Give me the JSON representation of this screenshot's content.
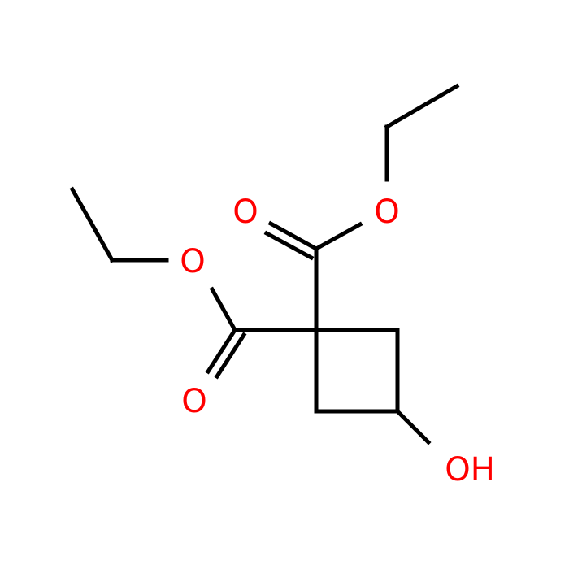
{
  "molecule": {
    "atom_labels": {
      "o_carbonyl_upper": "O",
      "o_ester_upper": "O",
      "o_ester_left": "O",
      "o_carbonyl_lower": "O",
      "hydroxyl": "OH"
    },
    "colors": {
      "bond": "#000000",
      "heteroatom": "#ff0000",
      "background": "#ffffff"
    }
  }
}
